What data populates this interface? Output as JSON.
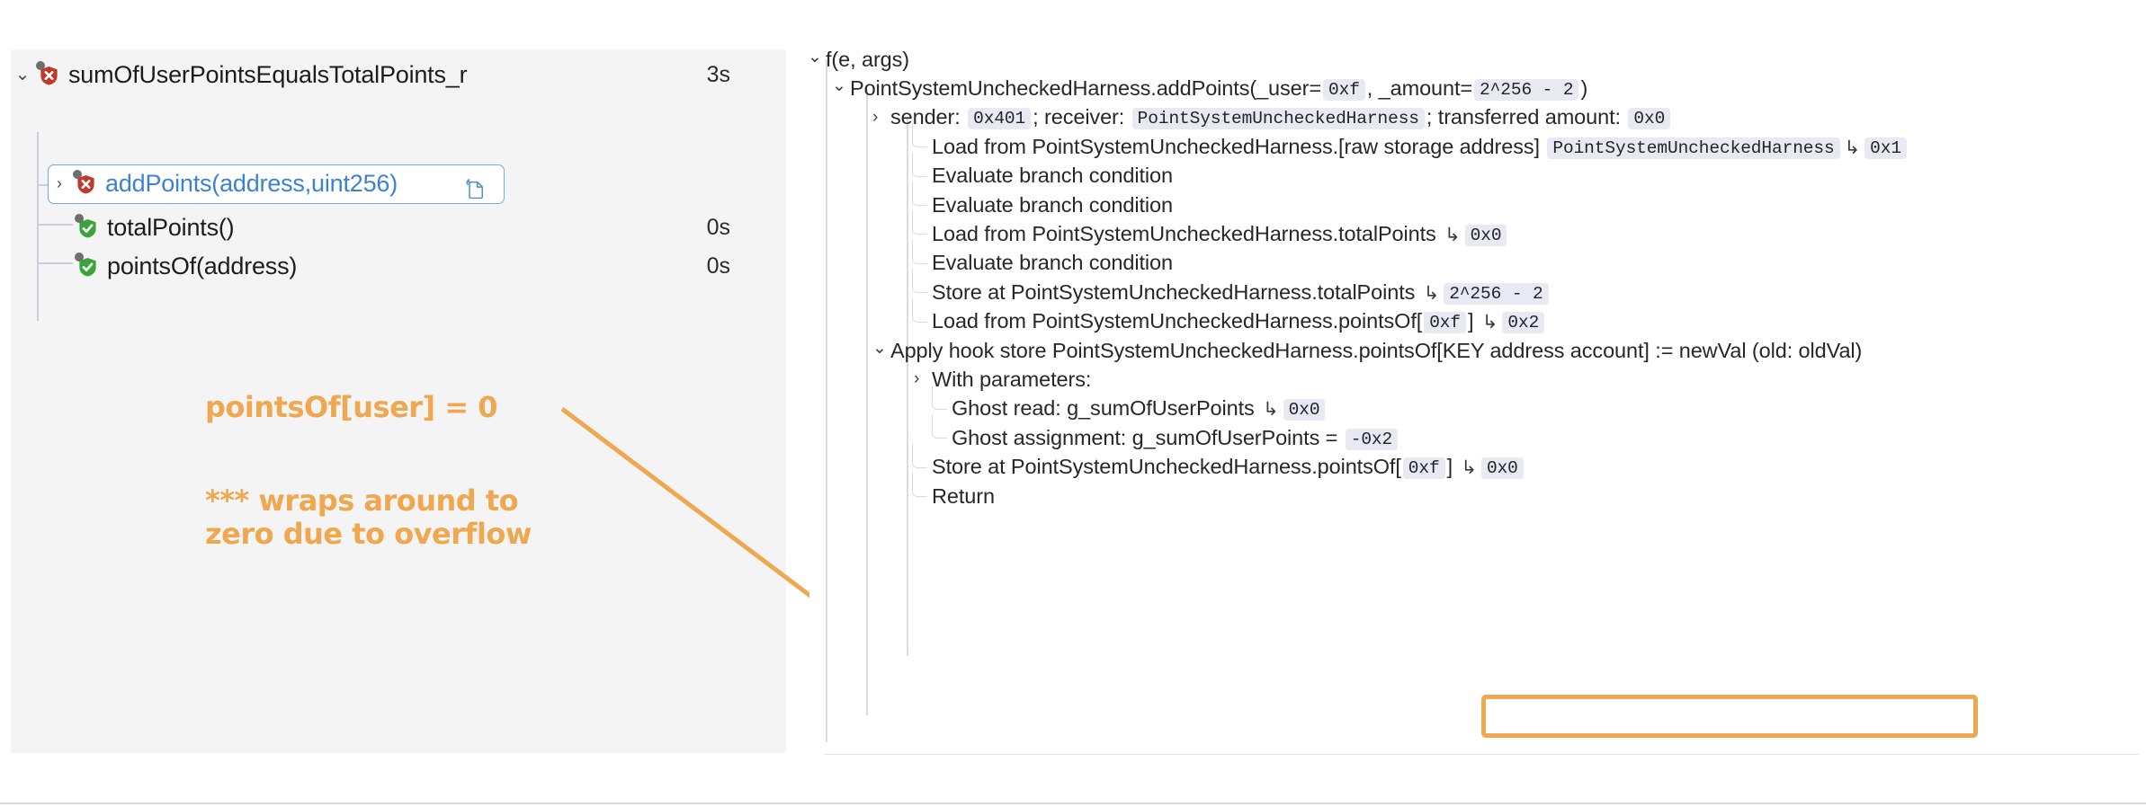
{
  "colors": {
    "accent_orange": "#f0a850",
    "link_blue": "#3c82d4",
    "fail_red": "#c0392b",
    "pass_green": "#3aa33a",
    "panel_bg": "#f4f4f4",
    "chip_bg": "#e8e9f3"
  },
  "left_panel": {
    "rules": [
      {
        "label": "sumOfUserPointsEqualsTotalPoints_r",
        "time": "3s",
        "status": "fail",
        "caret": "⌄",
        "selected": false,
        "link": false
      },
      {
        "label": "addPoints(address,uint256)",
        "time": "",
        "status": "fail",
        "caret": "›",
        "selected": true,
        "link": true
      },
      {
        "label": "totalPoints()",
        "time": "0s",
        "status": "pass",
        "caret": "",
        "selected": false,
        "link": false
      },
      {
        "label": "pointsOf(address)",
        "time": "0s",
        "status": "pass",
        "caret": "",
        "selected": false,
        "link": false
      }
    ],
    "copy_icon": "copy-to-clipboard-icon"
  },
  "annotations": {
    "line1": "pointsOf[user] = 0",
    "line2": "*** wraps around to zero due to overflow",
    "arrow": "arrow-pointing-to-highlighted-store-row"
  },
  "right_panel": {
    "nodes": [
      {
        "caret": "⌄",
        "indent": 0,
        "parts": [
          {
            "t": "text",
            "v": "f(e, args)"
          }
        ]
      },
      {
        "caret": "⌄",
        "indent": 1,
        "parts": [
          {
            "t": "text",
            "v": "PointSystemUncheckedHarness.addPoints(_user="
          },
          {
            "t": "chip",
            "v": "0xf"
          },
          {
            "t": "text",
            "v": ", _amount="
          },
          {
            "t": "chip",
            "v": "2^256 - 2"
          },
          {
            "t": "text",
            "v": ")"
          }
        ]
      },
      {
        "caret": "›",
        "indent": 2,
        "parts": [
          {
            "t": "text",
            "v": "sender: "
          },
          {
            "t": "chip",
            "v": "0x401"
          },
          {
            "t": "text",
            "v": "; receiver: "
          },
          {
            "t": "chip",
            "v": "PointSystemUncheckedHarness"
          },
          {
            "t": "text",
            "v": "; transferred amount: "
          },
          {
            "t": "chip",
            "v": "0x0"
          }
        ]
      },
      {
        "caret": "",
        "indent": 3,
        "parts": [
          {
            "t": "text",
            "v": "Load from PointSystemUncheckedHarness.[raw storage address] "
          },
          {
            "t": "chip",
            "v": "PointSystemUncheckedHarness"
          },
          {
            "t": "arrow",
            "v": "↳"
          },
          {
            "t": "chip",
            "v": "0x1"
          }
        ]
      },
      {
        "caret": "",
        "indent": 3,
        "parts": [
          {
            "t": "text",
            "v": "Evaluate branch condition"
          }
        ]
      },
      {
        "caret": "",
        "indent": 3,
        "parts": [
          {
            "t": "text",
            "v": "Evaluate branch condition"
          }
        ]
      },
      {
        "caret": "",
        "indent": 3,
        "parts": [
          {
            "t": "text",
            "v": "Load from PointSystemUncheckedHarness.totalPoints "
          },
          {
            "t": "arrow",
            "v": "↳"
          },
          {
            "t": "chip",
            "v": "0x0"
          }
        ]
      },
      {
        "caret": "",
        "indent": 3,
        "parts": [
          {
            "t": "text",
            "v": "Evaluate branch condition"
          }
        ]
      },
      {
        "caret": "",
        "indent": 3,
        "parts": [
          {
            "t": "text",
            "v": "Store at PointSystemUncheckedHarness.totalPoints "
          },
          {
            "t": "arrow",
            "v": "↳"
          },
          {
            "t": "chip",
            "v": "2^256 - 2"
          }
        ]
      },
      {
        "caret": "",
        "indent": 3,
        "parts": [
          {
            "t": "text",
            "v": "Load from PointSystemUncheckedHarness.pointsOf["
          },
          {
            "t": "chip",
            "v": "0xf"
          },
          {
            "t": "text",
            "v": "] "
          },
          {
            "t": "arrow",
            "v": "↳"
          },
          {
            "t": "chip",
            "v": "0x2"
          }
        ]
      },
      {
        "caret": "⌄",
        "indent": 2,
        "parts": [
          {
            "t": "text",
            "v": "Apply hook store PointSystemUncheckedHarness.pointsOf[KEY address account] := newVal (old: oldVal)"
          }
        ]
      },
      {
        "caret": "›",
        "indent": 3,
        "parts": [
          {
            "t": "text",
            "v": "With parameters:"
          }
        ]
      },
      {
        "caret": "",
        "indent": 4,
        "parts": [
          {
            "t": "text",
            "v": "Ghost read: g_sumOfUserPoints "
          },
          {
            "t": "arrow",
            "v": "↳"
          },
          {
            "t": "chip",
            "v": "0x0"
          }
        ]
      },
      {
        "caret": "",
        "indent": 4,
        "parts": [
          {
            "t": "text",
            "v": "Ghost assignment: g_sumOfUserPoints = "
          },
          {
            "t": "chip",
            "v": "-0x2"
          }
        ]
      },
      {
        "caret": "",
        "indent": 3,
        "highlighted": true,
        "parts": [
          {
            "t": "text",
            "v": "Store at PointSystemUncheckedHarness.pointsOf["
          },
          {
            "t": "chip",
            "v": "0xf"
          },
          {
            "t": "text",
            "v": "] "
          },
          {
            "t": "arrow",
            "v": "↳"
          },
          {
            "t": "chip",
            "v": "0x0"
          }
        ]
      },
      {
        "caret": "",
        "indent": 3,
        "parts": [
          {
            "t": "text",
            "v": "Return"
          }
        ]
      }
    ]
  }
}
